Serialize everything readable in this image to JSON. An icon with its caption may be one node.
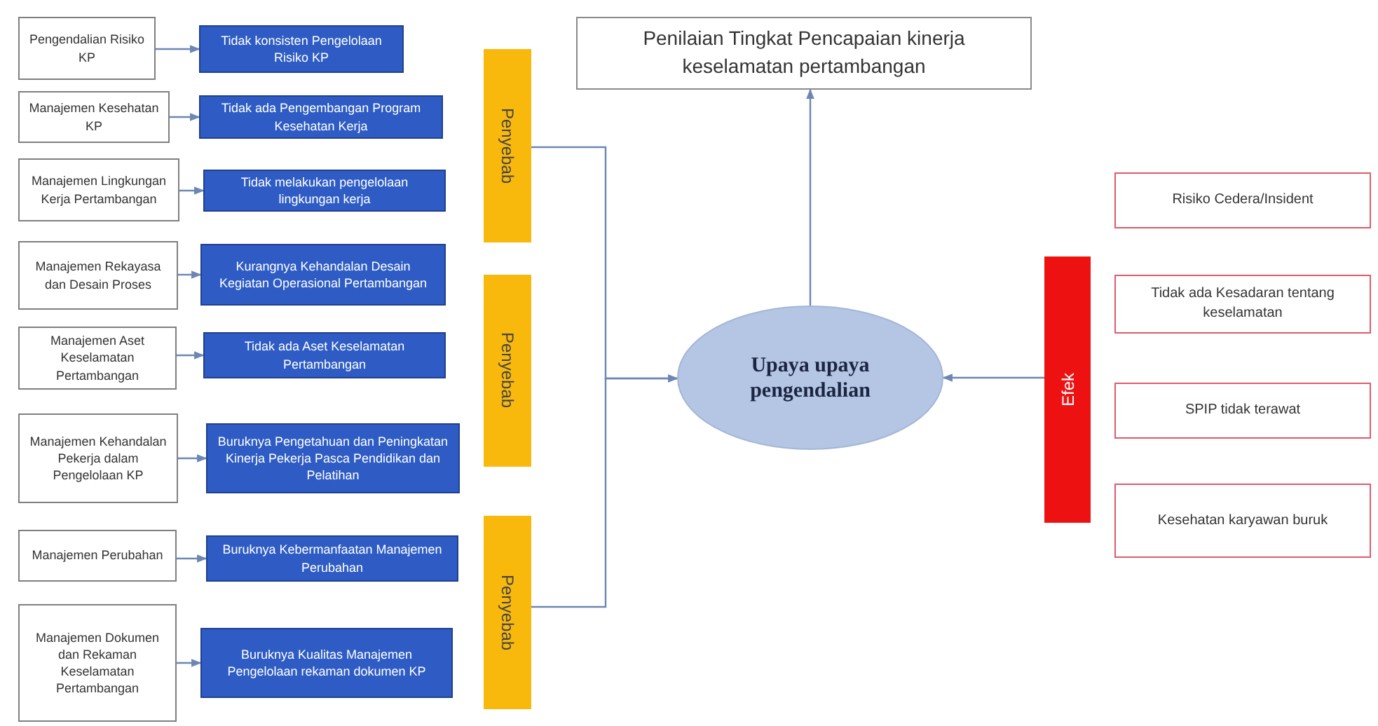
{
  "diagram": {
    "nodes": [
      {
        "text": [
          "Pengendalian Risiko KP"
        ]
      },
      {
        "text": [
          "Tidak konsisten Pengelolaan Risiko KP"
        ]
      },
      {
        "text": [
          "Manajemen Kesehatan KP"
        ]
      },
      {
        "text": [
          "Tidak ada Pengembangan Program Kesehatan Kerja"
        ]
      },
      {
        "text": [
          "Manajemen Lingkungan Kerja Pertambangan"
        ]
      },
      {
        "text": [
          "Tidak melakukan pengelolaan lingkungan kerja"
        ]
      },
      {
        "text": [
          "Manajemen Rekayasa dan Desain Proses"
        ]
      },
      {
        "text": [
          "Kurangnya Kehandalan Desain Kegiatan Operasional Pertambangan"
        ]
      },
      {
        "text": [
          "Manajemen Aset Keselamatan Pertambangan"
        ]
      },
      {
        "text": [
          "Tidak ada Aset Keselamatan Pertambangan"
        ]
      },
      {
        "text": [
          "Manajemen Kehandalan Pekerja dalam Pengelolaan KP"
        ]
      },
      {
        "text": [
          "Buruknya Pengetahuan dan Peningkatan Kinerja Pekerja Pasca Pendidikan dan Pelatihan"
        ]
      },
      {
        "text": [
          "Manajemen Perubahan"
        ]
      },
      {
        "text": [
          "Buruknya Kebermanfaatan Manajemen Perubahan"
        ]
      },
      {
        "text": [
          "Manajemen Dokumen dan Rekaman Keselamatan Pertambangan"
        ]
      },
      {
        "text": [
          "Buruknya Kualitas Manajemen Pengelolaan rekaman dokumen KP"
        ]
      },
      {
        "text": [
          "Penyebab"
        ]
      },
      {
        "text": [
          "Penyebab"
        ]
      },
      {
        "text": [
          "Penyebab"
        ]
      },
      {
        "text": [
          "Penilaian Tingkat Pencapaian kinerja keselamatan pertambangan"
        ]
      },
      {
        "text": [
          "Upaya upaya pengendalian"
        ]
      },
      {
        "text": [
          "Efek"
        ]
      },
      {
        "text": [
          "Risiko Cedera/Insident"
        ]
      },
      {
        "text": [
          "Tidak ada Kesadaran tentang keselamatan"
        ]
      },
      {
        "text": [
          "SPIP tidak terawat"
        ]
      },
      {
        "text": [
          "Kesehatan karyawan buruk"
        ]
      }
    ],
    "edges": [
      {
        "from": 0,
        "to": 1,
        "arrow": "to"
      },
      {
        "from": 2,
        "to": 3,
        "arrow": "to"
      },
      {
        "from": 4,
        "to": 5,
        "arrow": "to"
      },
      {
        "from": 6,
        "to": 7,
        "arrow": "to"
      },
      {
        "from": 8,
        "to": 9,
        "arrow": "to"
      },
      {
        "from": 10,
        "to": 11,
        "arrow": "to"
      },
      {
        "from": 12,
        "to": 13,
        "arrow": "to"
      },
      {
        "from": 14,
        "to": 15,
        "arrow": "to"
      },
      {
        "from": 16,
        "to": 20,
        "arrow": "to"
      },
      {
        "from": 18,
        "to": 20,
        "arrow": "to"
      },
      {
        "from": 20,
        "to": 19,
        "arrow": "to"
      },
      {
        "from": 21,
        "to": 20,
        "arrow": "to"
      }
    ]
  }
}
